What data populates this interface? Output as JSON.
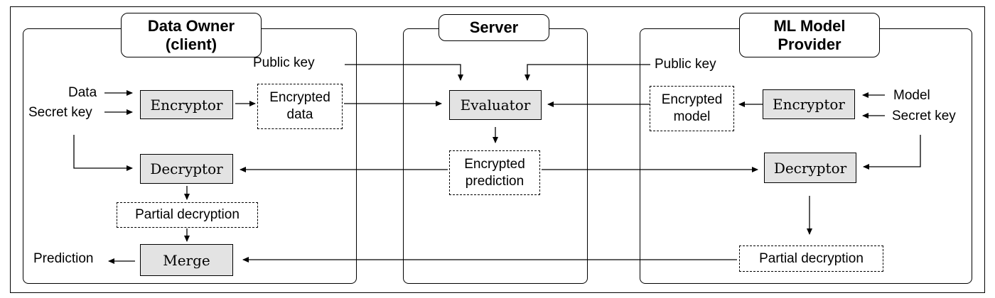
{
  "owner": {
    "title_line1": "Data Owner",
    "title_line2": "(client)",
    "data_label": "Data",
    "secret_key_label": "Secret key",
    "encryptor": "Encryptor",
    "encrypted_data_line1": "Encrypted",
    "encrypted_data_line2": "data",
    "decryptor": "Decryptor",
    "partial_decryption": "Partial decryption",
    "merge": "Merge",
    "prediction_label": "Prediction"
  },
  "server": {
    "title": "Server",
    "public_key_left": "Public key",
    "evaluator": "Evaluator",
    "encrypted_prediction_line1": "Encrypted",
    "encrypted_prediction_line2": "prediction"
  },
  "provider": {
    "title_line1": "ML Model",
    "title_line2": "Provider",
    "public_key_right": "Public key",
    "encrypted_model_line1": "Encrypted",
    "encrypted_model_line2": "model",
    "encryptor": "Encryptor",
    "model_label": "Model",
    "secret_key_label": "Secret key",
    "decryptor": "Decryptor",
    "partial_decryption": "Partial decryption"
  }
}
